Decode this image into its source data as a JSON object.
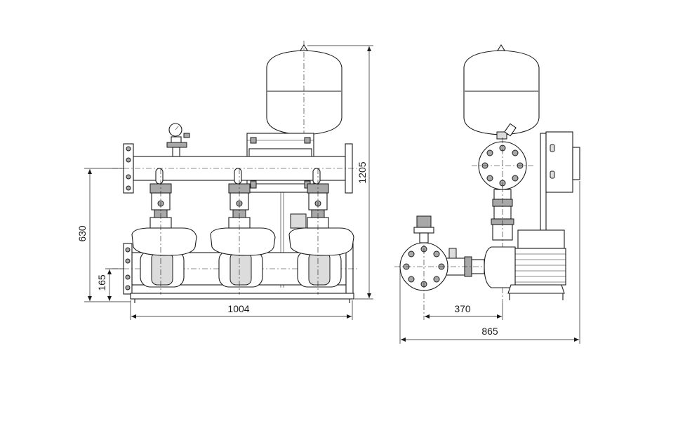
{
  "dimensions": {
    "width_total": "1004",
    "height_total": "1205",
    "header_height": "630",
    "inlet_height": "165",
    "side_offset": "370",
    "depth_total": "865"
  }
}
